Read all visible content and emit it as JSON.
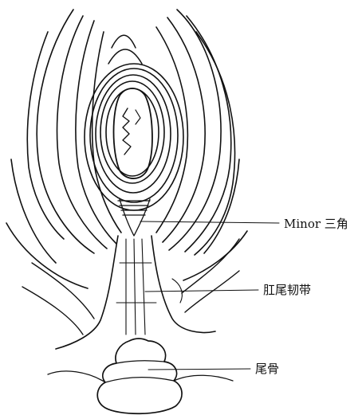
{
  "labels": {
    "minor_triangle": "Minor 三角",
    "anococcygeal_ligament": "肛尾韧带",
    "coccyx": "尾骨"
  },
  "colors": {
    "ink": "#111111",
    "background": "#ffffff"
  }
}
